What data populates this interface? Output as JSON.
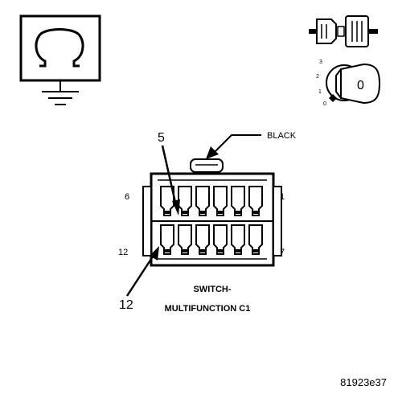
{
  "connector": {
    "color_label": "BLACK",
    "pin_top_left": "6",
    "pin_top_right": "1",
    "pin_bottom_left": "12",
    "pin_bottom_right": "7",
    "callout_top": "5",
    "callout_bottom": "12",
    "title_line1": "SWITCH-",
    "title_line2": "MULTIFUNCTION C1"
  },
  "key_positions": {
    "pos3": "3",
    "pos2": "2",
    "pos1": "1",
    "pos0": "0",
    "key_face": "0"
  },
  "figure_id": "81923e37",
  "icons": {
    "ohmmeter": "ohmmeter-ground-icon",
    "connector_probe": "connector-probe-icon",
    "ignition": "ignition-key-icon"
  },
  "colors": {
    "line": "#000000",
    "background": "#ffffff"
  }
}
